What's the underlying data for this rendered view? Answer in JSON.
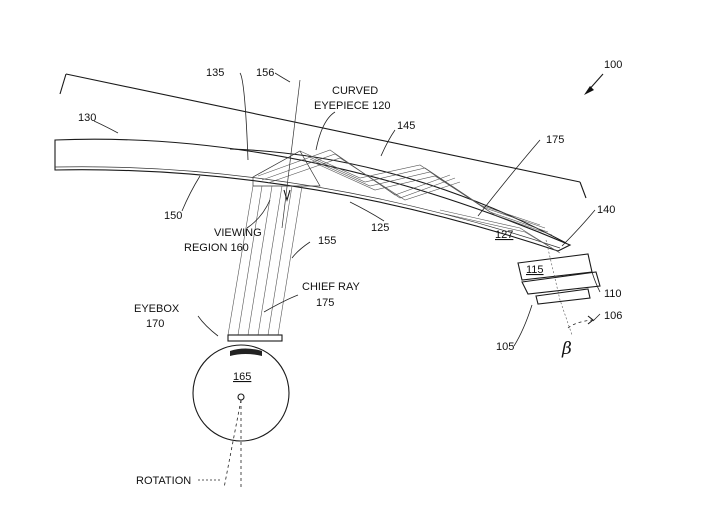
{
  "labels": {
    "system": "100",
    "lens": "105",
    "rotation_angle": "106",
    "display": "110",
    "optic": "115",
    "surface_125": "125",
    "region_127": "127",
    "frame": "130",
    "point_135": "135",
    "end_140": "140",
    "edge_145": "145",
    "surface_150": "150",
    "rays_155": "155",
    "axis_156": "156",
    "eye": "165",
    "ray_175": "175",
    "curved_eyepiece_line1": "CURVED",
    "curved_eyepiece_line2": "EYEPIECE 120",
    "viewing_region_line1": "VIEWING",
    "viewing_region_line2": "REGION 160",
    "chief_ray_line1": "CHIEF RAY",
    "chief_ray_line2": "175",
    "eyebox_line1": "EYEBOX",
    "eyebox_line2": "170",
    "rotation": "ROTATION",
    "beta": "β"
  }
}
